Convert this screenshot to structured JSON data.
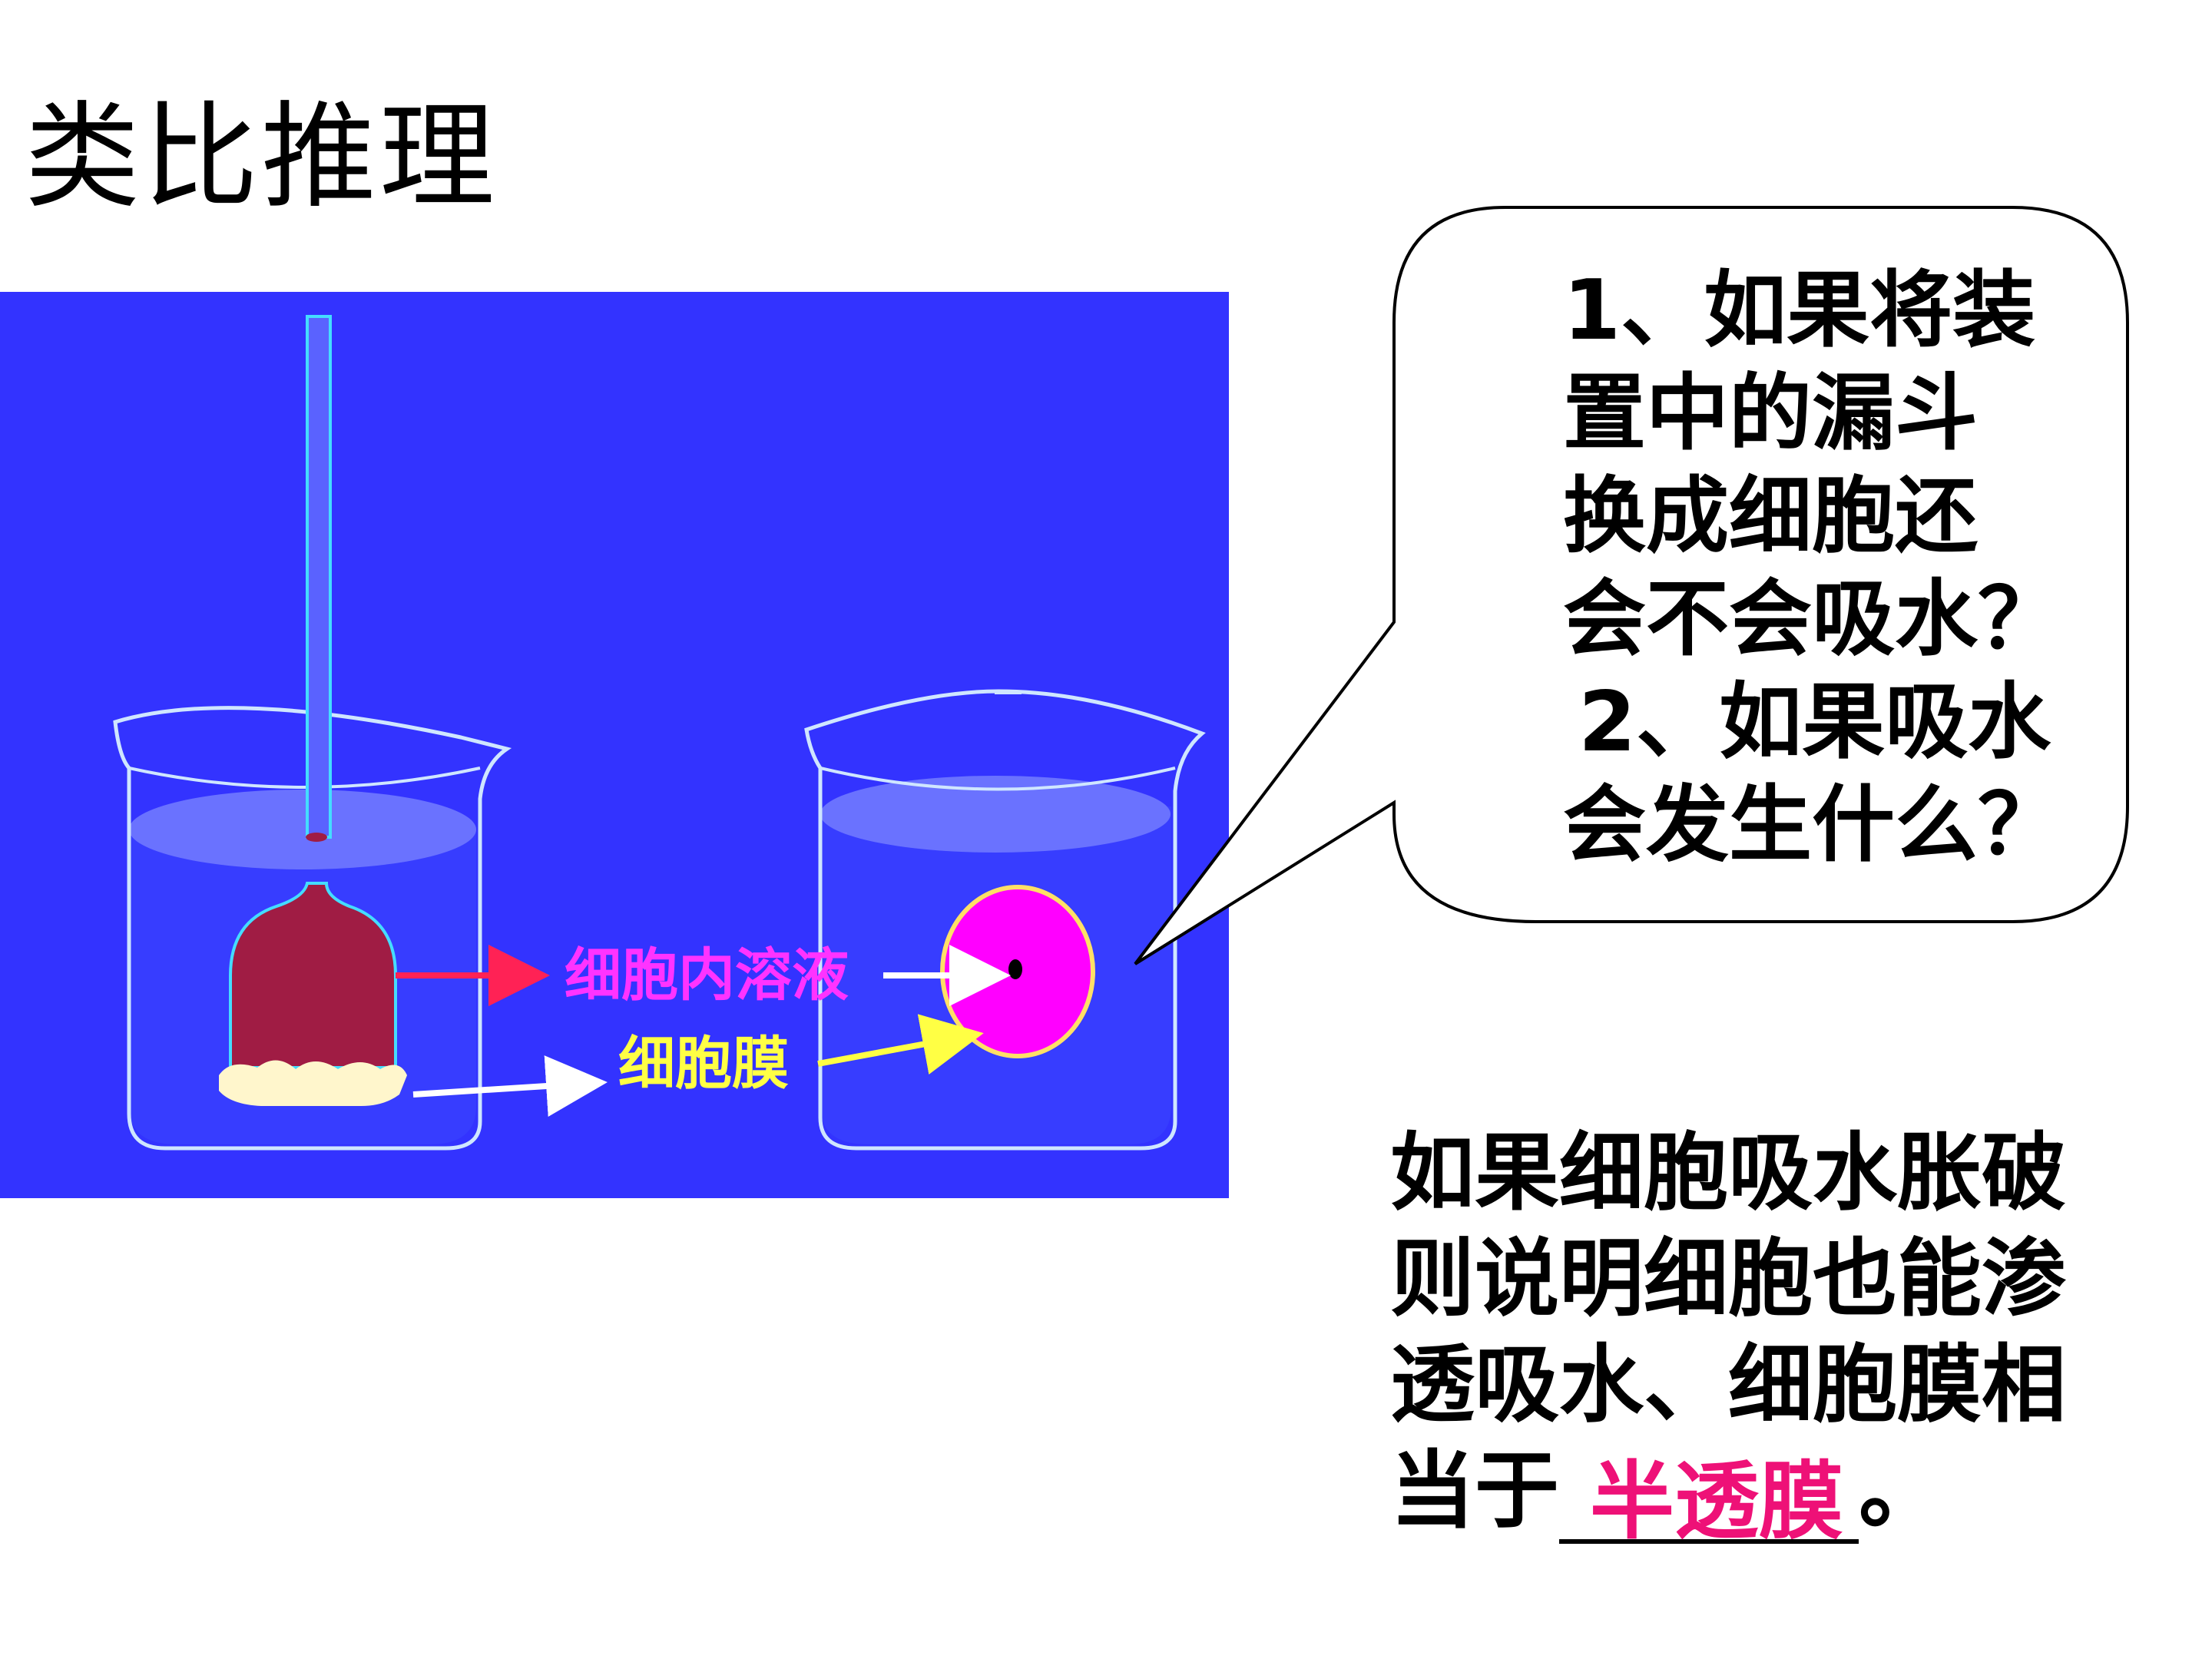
{
  "title": "类比推理",
  "labels": {
    "cell_solution": "细胞内溶液",
    "cell_membrane": "细胞膜"
  },
  "bubble": {
    "lines": [
      "1、如果将装",
      "置中的漏斗",
      "换成细胞还",
      "会不会吸水？",
      "2、如果吸水",
      "会发生什么？"
    ]
  },
  "conclusion": {
    "lines": [
      "如果细胞吸水胀破",
      "则说明细胞也能渗",
      "透吸水、细胞膜相"
    ],
    "last_prefix": "当于",
    "answer": "半透膜",
    "last_suffix": "。"
  },
  "colors": {
    "panel_bg": "#3333ff",
    "beaker_water": "#5a62ff",
    "funnel_fill": "#a01c44",
    "membrane_fill": "#fff6cc",
    "cell_fill": "#ff00ff",
    "label_magenta": "#ff33ff",
    "label_yellow": "#ffff44",
    "arrow_red": "#ff2255",
    "answer_pink": "#ee1177"
  }
}
